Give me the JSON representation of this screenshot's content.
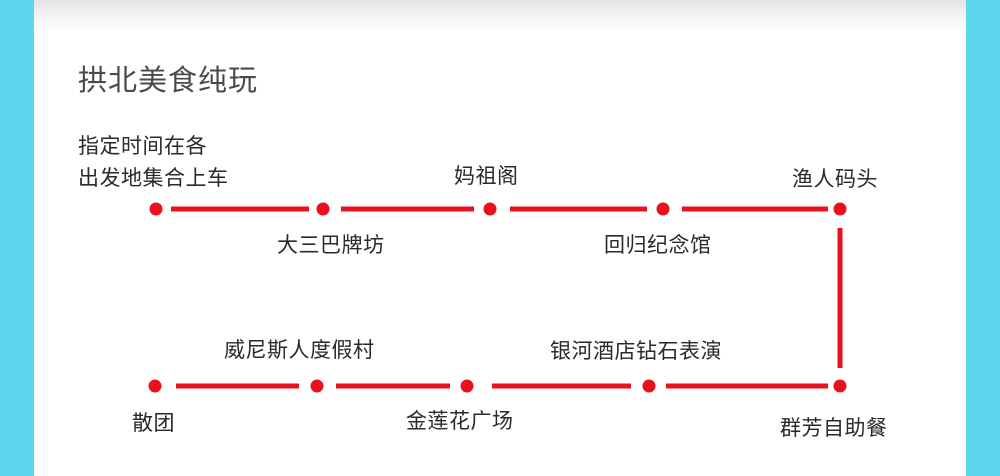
{
  "title": "拱北美食纯玩",
  "colors": {
    "background": "#5fd6f0",
    "card": "#ffffff",
    "route": "#e8121c",
    "text": "#2a2a2a",
    "title": "#4a4a4a"
  },
  "stops": [
    "指定时间在各\n出发地集合上车",
    "大三巴牌坊",
    "妈祖阁",
    "回归纪念馆",
    "渔人码头",
    "群芳自助餐",
    "银河酒店钻石表演",
    "金莲花广场",
    "威尼斯人度假村",
    "散团"
  ]
}
